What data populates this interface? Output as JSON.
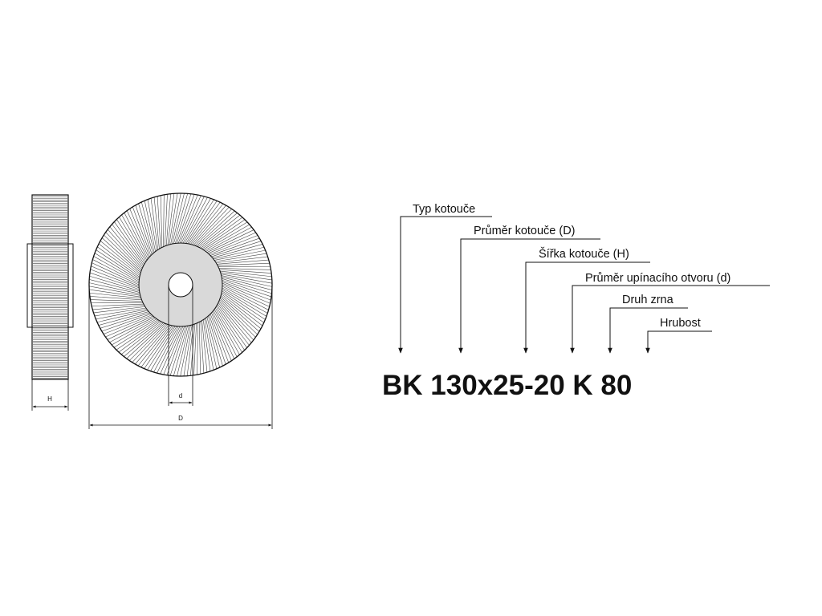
{
  "drawing": {
    "dimensions": {
      "width_label": "H",
      "bore_label": "d",
      "diameter_label": "D"
    }
  },
  "designation": {
    "code": "BK 130x25-20 K 80",
    "callouts": [
      {
        "label": "Typ kotouče"
      },
      {
        "label": "Průměr kotouče (D)"
      },
      {
        "label": "Šířka kotouče (H)"
      },
      {
        "label": "Průměr upínacího otvoru (d)"
      },
      {
        "label": "Druh zrna"
      },
      {
        "label": "Hrubost"
      }
    ]
  },
  "colors": {
    "line": "#111111",
    "hub_fill": "#d9d9d9",
    "background": "#ffffff"
  }
}
